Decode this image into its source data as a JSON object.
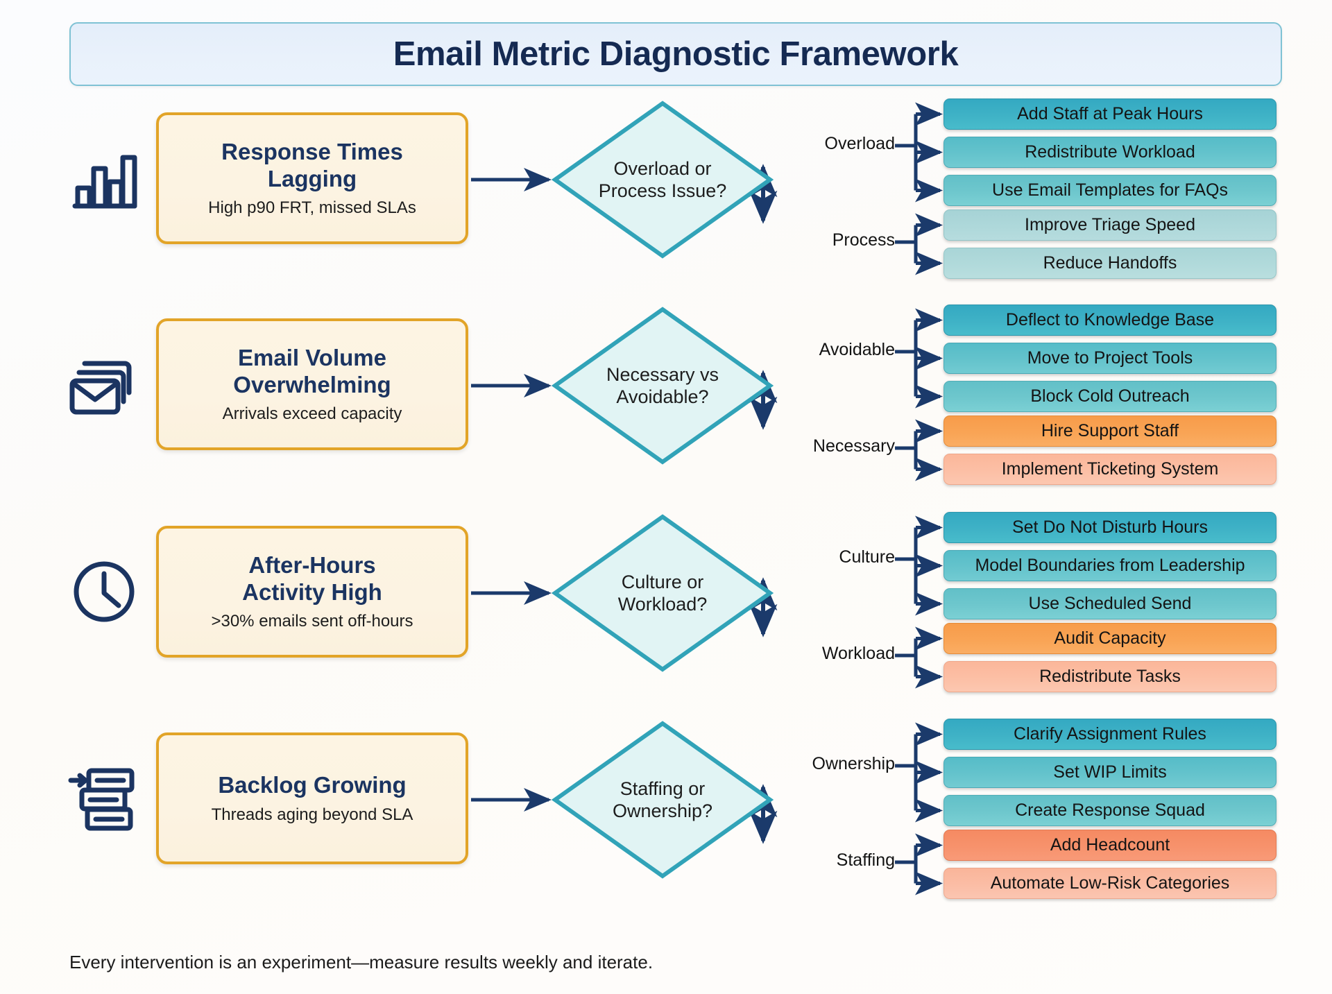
{
  "title": "Email Metric Diagnostic Framework",
  "footer": "Every intervention is an experiment—measure results weekly and iterate.",
  "colors": {
    "banner_fill": "#e7f0fb",
    "banner_border": "#7fc2d4",
    "problem_fill": "#fcf3e2",
    "problem_border": "#e2a428",
    "diamond_fill": "#e1f4f4",
    "diamond_border": "#31a3b8",
    "connector": "#1b3a6b",
    "heading_text": "#152a52",
    "teal_strong": "#34a9c2",
    "teal_mid": "#62c0c8",
    "teal_muted": "#a6d3d6",
    "orange_strong": "#f79c4a",
    "orange_light": "#fbb79a",
    "salmon_strong": "#f58a62",
    "salmon_light": "#fab59a"
  },
  "rows": [
    {
      "icon": "bar-chart-icon",
      "problem": {
        "title_line1": "Response Times",
        "title_line2": "Lagging",
        "subtitle": "High p90 FRT, missed SLAs"
      },
      "decision": {
        "line1": "Overload or",
        "line2": "Process Issue?"
      },
      "branches": [
        {
          "label": "Overload",
          "actions": [
            {
              "label": "Add Staff at Peak Hours",
              "style": "t1"
            },
            {
              "label": "Redistribute Workload",
              "style": "t2"
            },
            {
              "label": "Use Email Templates for FAQs",
              "style": "t3"
            }
          ]
        },
        {
          "label": "Process",
          "actions": [
            {
              "label": "Improve Triage Speed",
              "style": "m1"
            },
            {
              "label": "Reduce Handoffs",
              "style": "m2"
            }
          ]
        }
      ]
    },
    {
      "icon": "stacked-envelopes-icon",
      "problem": {
        "title_line1": "Email Volume",
        "title_line2": "Overwhelming",
        "subtitle": "Arrivals exceed capacity"
      },
      "decision": {
        "line1": "Necessary vs",
        "line2": "Avoidable?"
      },
      "branches": [
        {
          "label": "Avoidable",
          "actions": [
            {
              "label": "Deflect to Knowledge Base",
              "style": "t1"
            },
            {
              "label": "Move to Project Tools",
              "style": "t2"
            },
            {
              "label": "Block Cold Outreach",
              "style": "t3"
            }
          ]
        },
        {
          "label": "Necessary",
          "actions": [
            {
              "label": "Hire Support Staff",
              "style": "o1"
            },
            {
              "label": "Implement Ticketing System",
              "style": "o2"
            }
          ]
        }
      ]
    },
    {
      "icon": "clock-icon",
      "problem": {
        "title_line1": "After-Hours",
        "title_line2": "Activity High",
        "subtitle": ">30% emails sent off-hours"
      },
      "decision": {
        "line1": "Culture or",
        "line2": "Workload?"
      },
      "branches": [
        {
          "label": "Culture",
          "actions": [
            {
              "label": "Set Do Not Disturb Hours",
              "style": "t1"
            },
            {
              "label": "Model Boundaries from Leadership",
              "style": "t2"
            },
            {
              "label": "Use Scheduled Send",
              "style": "t3"
            }
          ]
        },
        {
          "label": "Workload",
          "actions": [
            {
              "label": "Audit Capacity",
              "style": "o1"
            },
            {
              "label": "Redistribute Tasks",
              "style": "o2"
            }
          ]
        }
      ]
    },
    {
      "icon": "backlog-queue-icon",
      "problem": {
        "title_line1": "Backlog Growing",
        "title_line2": "",
        "subtitle": "Threads aging beyond SLA"
      },
      "decision": {
        "line1": "Staffing or",
        "line2": "Ownership?"
      },
      "branches": [
        {
          "label": "Ownership",
          "actions": [
            {
              "label": "Clarify Assignment Rules",
              "style": "t1"
            },
            {
              "label": "Set WIP Limits",
              "style": "t2"
            },
            {
              "label": "Create Response Squad",
              "style": "t3"
            }
          ]
        },
        {
          "label": "Staffing",
          "actions": [
            {
              "label": "Add Headcount",
              "style": "s1"
            },
            {
              "label": "Automate Low-Risk Categories",
              "style": "s2"
            }
          ]
        }
      ]
    }
  ]
}
